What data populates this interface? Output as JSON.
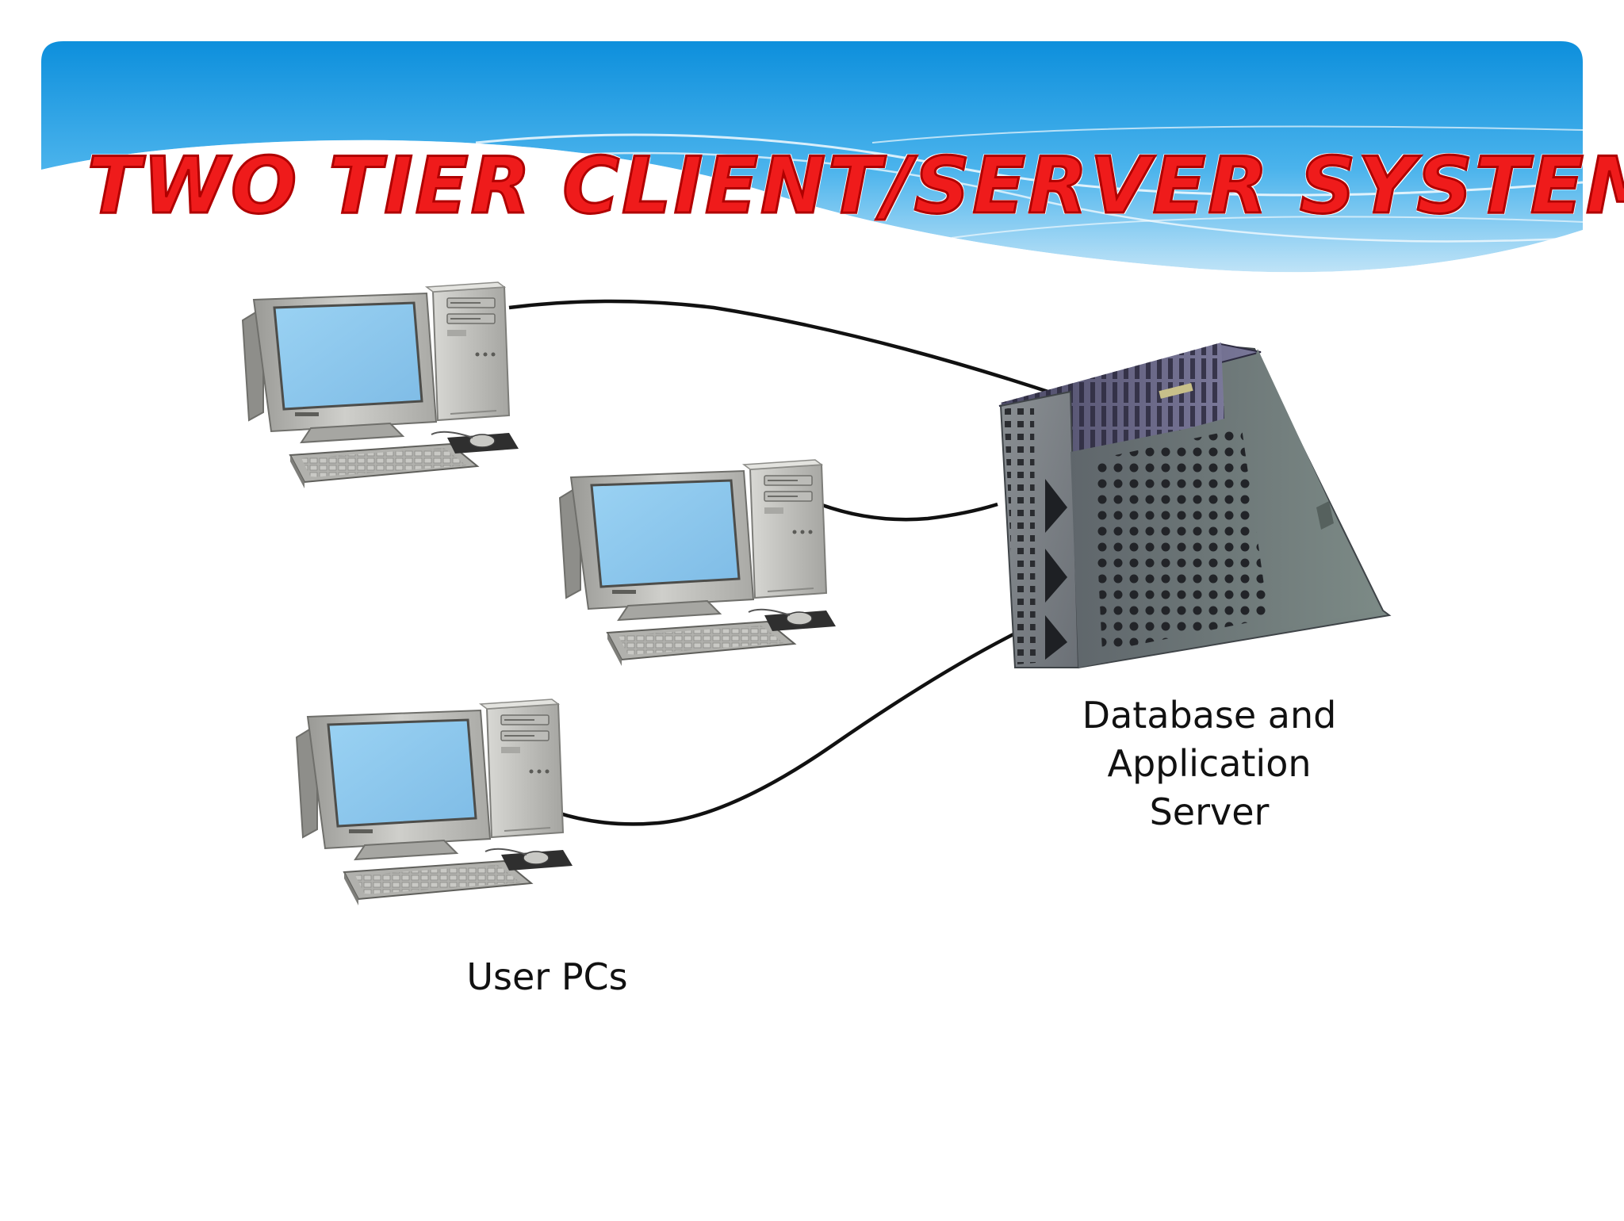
{
  "slide": {
    "title": "Two Tier Client/Server System",
    "server_label": [
      "Database and",
      "Application",
      "Server"
    ],
    "clients_label": "User PCs",
    "colors": {
      "title": "#ef1b1b",
      "header_top": "#0d8fdc",
      "header_bottom": "#bfe3f7",
      "screen": "#8fc9ef",
      "cable": "#111111"
    }
  }
}
